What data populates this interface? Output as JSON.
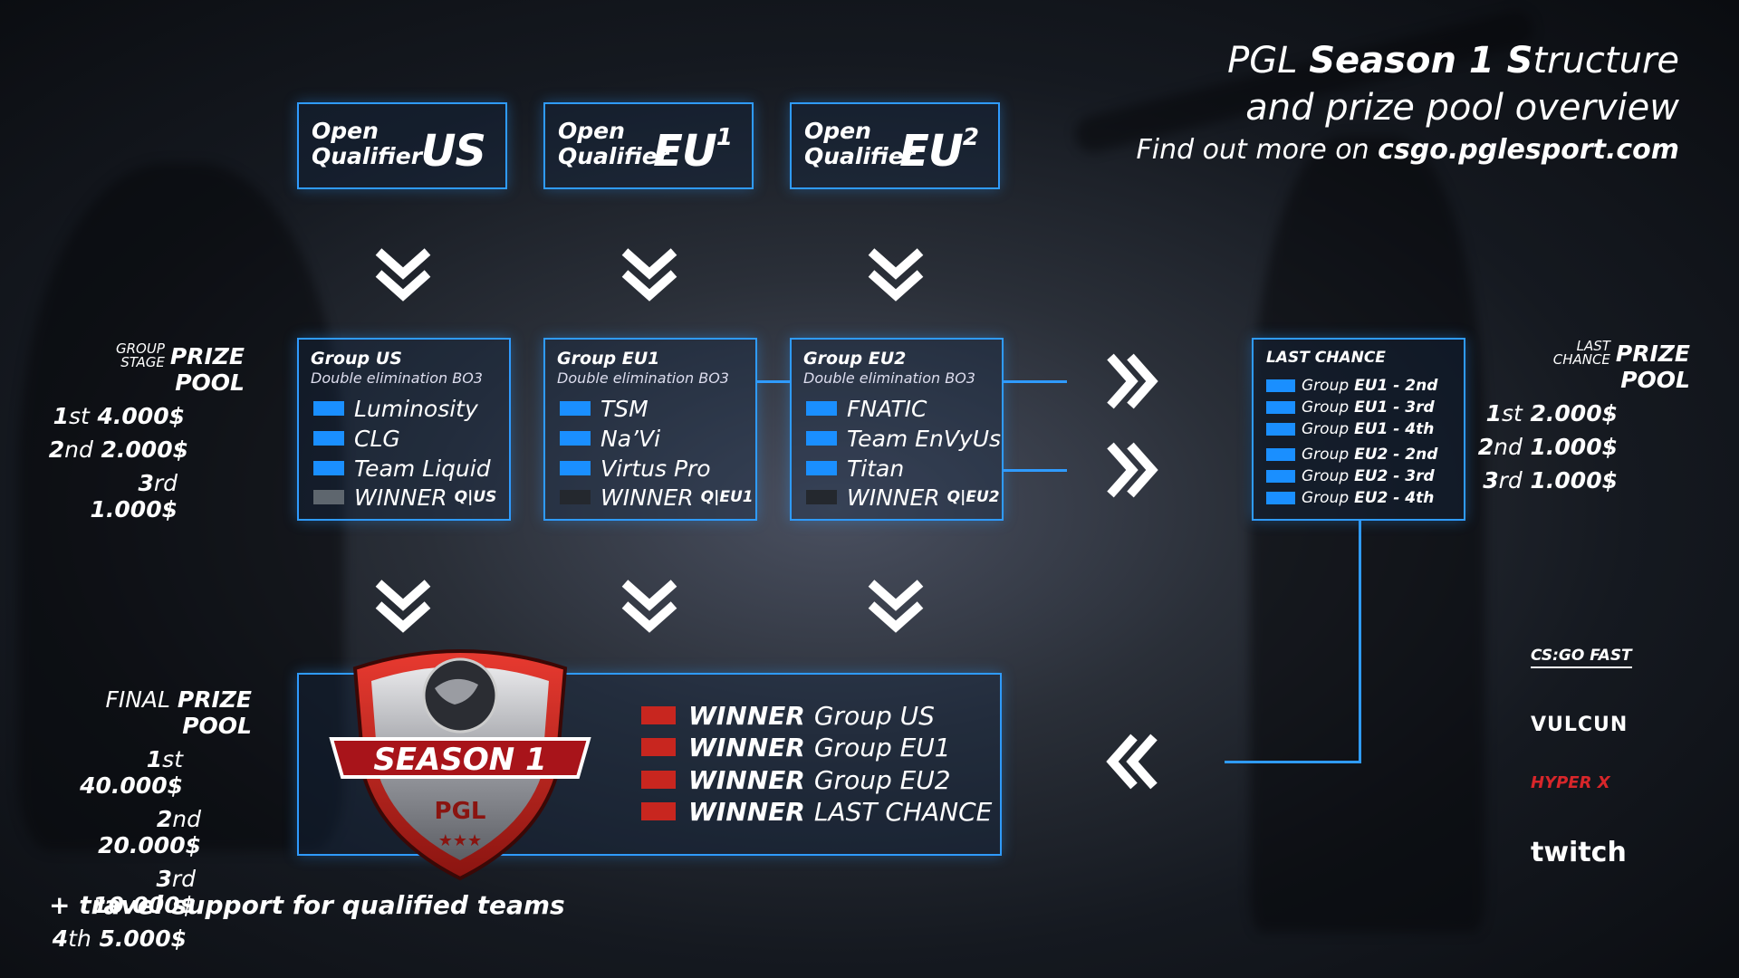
{
  "title": {
    "line1_prefix": "PGL ",
    "line1_bold": "Season 1 S",
    "line1_suffix": "tructure",
    "line2": "and prize pool overview",
    "line3_prefix": "Find out more on ",
    "line3_link": "csgo.pglesport.com"
  },
  "qualifiers": [
    {
      "small1": "Open",
      "small2": "Qualifier",
      "big": "US",
      "sup": ""
    },
    {
      "small1": "Open",
      "small2": "Qualifier",
      "big": "EU",
      "sup": "1"
    },
    {
      "small1": "Open",
      "small2": "Qualifier",
      "big": "EU",
      "sup": "2"
    }
  ],
  "groups": [
    {
      "title": "Group US",
      "format": "Double elimination BO3",
      "teams": [
        "Luminosity",
        "CLG",
        "Team Liquid"
      ],
      "winner": "WINNER",
      "winner_tag": "Q|US"
    },
    {
      "title": "Group EU1",
      "format": "Double elimination BO3",
      "teams": [
        "TSM",
        "Na’Vi",
        "Virtus Pro"
      ],
      "winner": "WINNER",
      "winner_tag": "Q|EU1"
    },
    {
      "title": "Group EU2",
      "format": "Double elimination BO3",
      "teams": [
        "FNATIC",
        "Team EnVyUs",
        "Titan"
      ],
      "winner": "WINNER",
      "winner_tag": "Q|EU2"
    }
  ],
  "last_chance": {
    "title": "LAST CHANCE",
    "rows": [
      {
        "label": "Group",
        "group": "EU1 - 2nd"
      },
      {
        "label": "Group",
        "group": "EU1 - 3rd"
      },
      {
        "label": "Group",
        "group": "EU1 - 4th"
      },
      {
        "label": "Group",
        "group": "EU2 - 2nd"
      },
      {
        "label": "Group",
        "group": "EU2 - 3rd"
      },
      {
        "label": "Group",
        "group": "EU2 - 4th"
      }
    ]
  },
  "group_prize": {
    "label1": "GROUP",
    "label2": "STAGE",
    "title": "PRIZE POOL",
    "lines": [
      {
        "num": "1",
        "ord": "st",
        "amount": " 4.000$"
      },
      {
        "num": "2",
        "ord": "nd",
        "amount": " 2.000$"
      },
      {
        "num": "3",
        "ord": "rd",
        "amount": " 1.000$"
      }
    ]
  },
  "lc_prize": {
    "label1": "LAST",
    "label2": "CHANCE",
    "title": "PRIZE POOL",
    "lines": [
      {
        "num": "1",
        "ord": "st",
        "amount": " 2.000$"
      },
      {
        "num": "2",
        "ord": "nd",
        "amount": " 1.000$"
      },
      {
        "num": "3",
        "ord": "rd",
        "amount": " 1.000$"
      }
    ]
  },
  "final_prize": {
    "prefix": "FINAL ",
    "title": "PRIZE POOL",
    "lines": [
      {
        "num": "1",
        "ord": "st",
        "amount": " 40.000$"
      },
      {
        "num": "2",
        "ord": "nd",
        "amount": " 20.000$"
      },
      {
        "num": "3",
        "ord": "rd",
        "amount": " 10.000$"
      },
      {
        "num": "4",
        "ord": "th",
        "amount": " 5.000$"
      }
    ]
  },
  "final": {
    "badge_text": "SEASON 1",
    "badge_sub": "PGL",
    "rows": [
      {
        "bold": "WINNER",
        "rest": "Group US"
      },
      {
        "bold": "WINNER",
        "rest": "Group EU1"
      },
      {
        "bold": "WINNER",
        "rest": "Group EU2"
      },
      {
        "bold": "WINNER",
        "rest": "LAST CHANCE"
      }
    ]
  },
  "sponsors": [
    "CS:GO FAST",
    "VULCUN",
    "HYPER X",
    "twitch"
  ],
  "footer": "+ travel support for qualified teams",
  "colors": {
    "accent": "#2f9bff",
    "team_swatch": "#1a8fff",
    "final_swatch": "#c8261f"
  }
}
